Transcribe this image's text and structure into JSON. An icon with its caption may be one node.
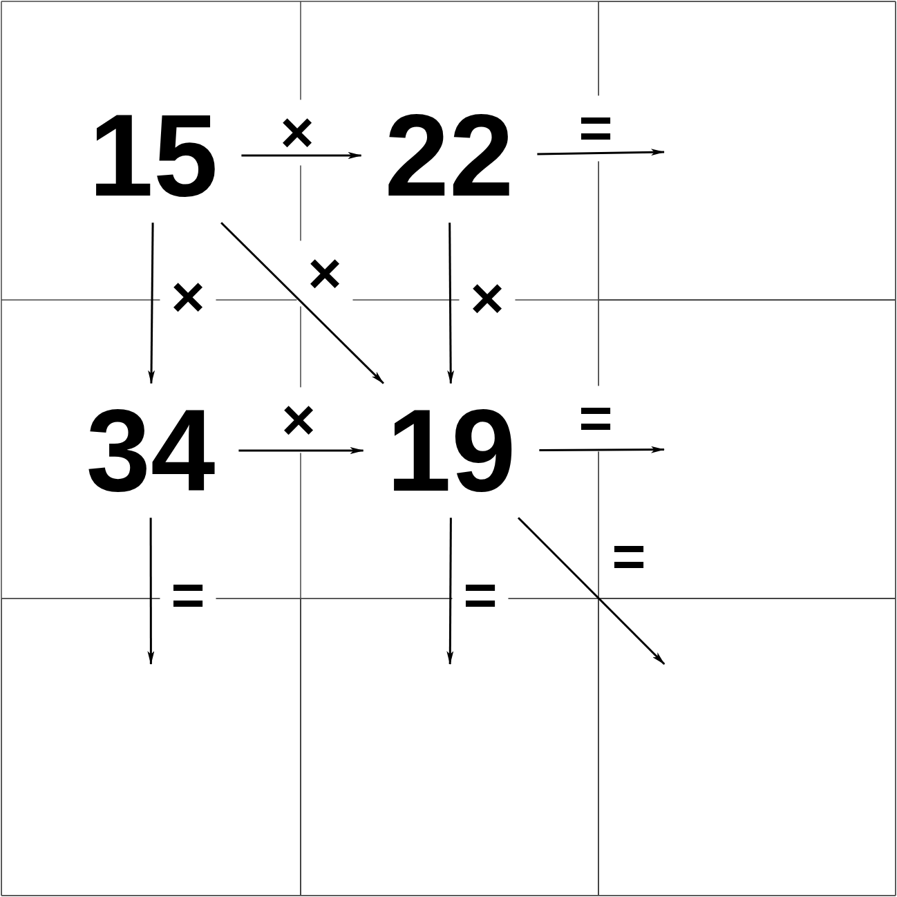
{
  "diagram": {
    "nodes": [
      {
        "text": [
          "15"
        ]
      },
      {
        "text": [
          "22"
        ]
      },
      {
        "text": [],
        "shape": "box"
      },
      {
        "text": [
          "34"
        ]
      },
      {
        "text": [
          "19"
        ]
      },
      {
        "text": [],
        "shape": "box"
      },
      {
        "text": [],
        "shape": "box"
      },
      {
        "text": [],
        "shape": "box"
      },
      {
        "text": [],
        "shape": "box"
      }
    ],
    "edges": [
      {
        "from": 0,
        "to": 1,
        "arrow": "to",
        "label": "×"
      },
      {
        "from": 0,
        "to": 3,
        "arrow": "to",
        "label": "×"
      },
      {
        "from": 0,
        "to": 4,
        "arrow": "to",
        "label": "×"
      },
      {
        "from": 1,
        "to": 4,
        "arrow": "to",
        "label": "×"
      },
      {
        "from": 1,
        "to": 2,
        "arrow": "to",
        "label": "="
      },
      {
        "from": 3,
        "to": 4,
        "arrow": "to",
        "label": "×"
      },
      {
        "from": 4,
        "to": 5,
        "arrow": "to",
        "label": "="
      },
      {
        "from": 3,
        "to": 6,
        "arrow": "to",
        "label": "="
      },
      {
        "from": 4,
        "to": 7,
        "arrow": "to",
        "label": "="
      },
      {
        "from": 4,
        "to": 8,
        "arrow": "to",
        "label": "="
      }
    ]
  }
}
